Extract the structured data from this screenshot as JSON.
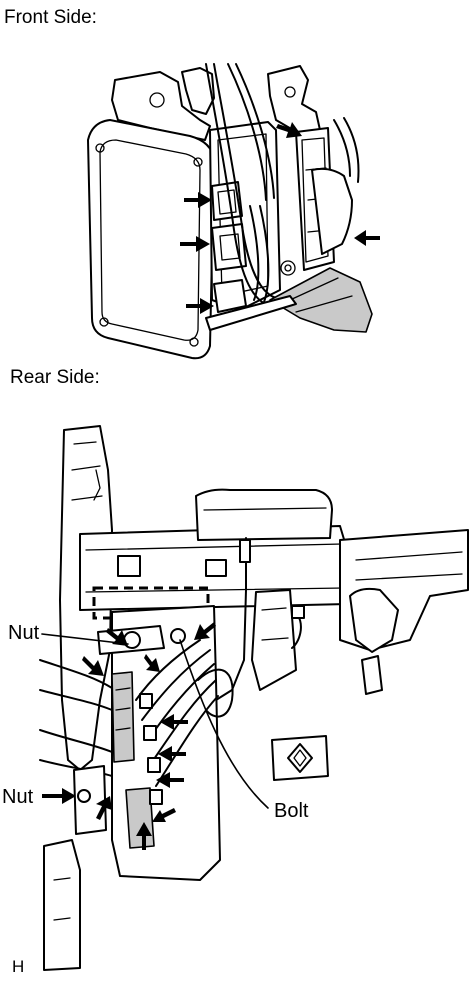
{
  "section_front": "Front Side:",
  "section_rear": "Rear Side:",
  "callouts": {
    "nut_upper": "Nut",
    "nut_lower": "Nut",
    "bolt": "Bolt"
  },
  "figure_code": "H",
  "colors": {
    "line": "#000000",
    "shade": "#c9c9c9",
    "background": "#ffffff"
  },
  "icons": [
    "arrow-icon"
  ]
}
